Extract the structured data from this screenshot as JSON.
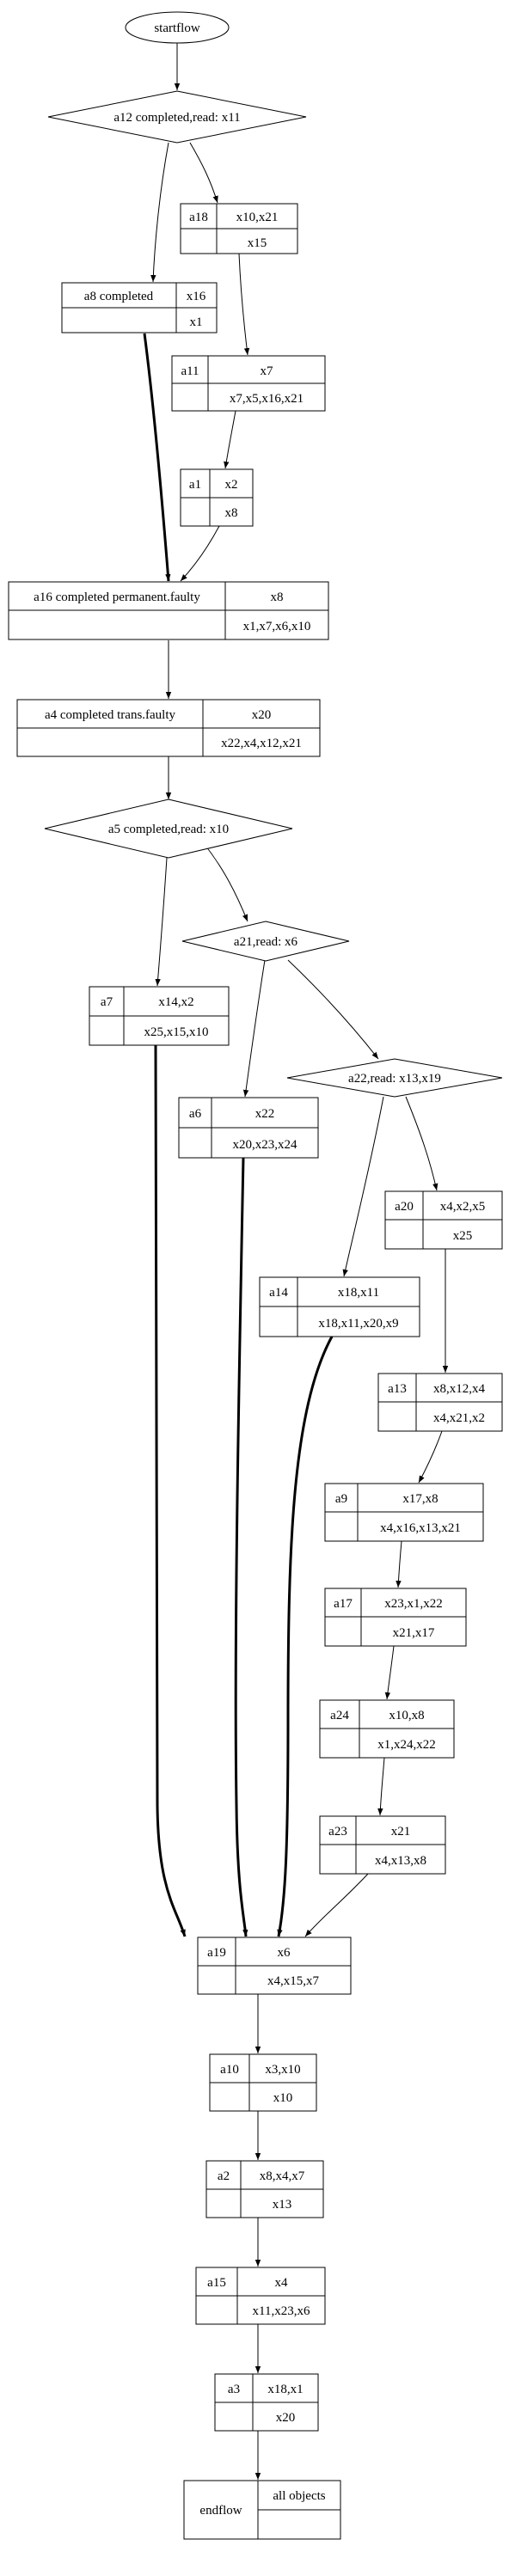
{
  "diagram": {
    "start": {
      "label": "startflow"
    },
    "end": {
      "label": "endflow",
      "value": "all objects"
    },
    "decisions": {
      "d12": "a12 completed,read: x11",
      "d5": "a5 completed,read: x10",
      "d21": "a21,read: x6",
      "d22": "a22,read: x13,x19"
    },
    "activities": {
      "a18": {
        "name": "a18",
        "top": "x10,x21",
        "bottom": "x15"
      },
      "a8": {
        "name": "a8 completed",
        "top": "x16",
        "bottom": "x1"
      },
      "a11": {
        "name": "a11",
        "top": "x7",
        "bottom": "x7,x5,x16,x21"
      },
      "a1": {
        "name": "a1",
        "top": "x2",
        "bottom": "x8"
      },
      "a16": {
        "name": "a16 completed permanent.faulty",
        "top": "x8",
        "bottom": "x1,x7,x6,x10"
      },
      "a4": {
        "name": "a4 completed trans.faulty",
        "top": "x20",
        "bottom": "x22,x4,x12,x21"
      },
      "a7": {
        "name": "a7",
        "top": "x14,x2",
        "bottom": "x25,x15,x10"
      },
      "a6": {
        "name": "a6",
        "top": "x22",
        "bottom": "x20,x23,x24"
      },
      "a20": {
        "name": "a20",
        "top": "x4,x2,x5",
        "bottom": "x25"
      },
      "a14": {
        "name": "a14",
        "top": "x18,x11",
        "bottom": "x18,x11,x20,x9"
      },
      "a13": {
        "name": "a13",
        "top": "x8,x12,x4",
        "bottom": "x4,x21,x2"
      },
      "a9": {
        "name": "a9",
        "top": "x17,x8",
        "bottom": "x4,x16,x13,x21"
      },
      "a17": {
        "name": "a17",
        "top": "x23,x1,x22",
        "bottom": "x21,x17"
      },
      "a24": {
        "name": "a24",
        "top": "x10,x8",
        "bottom": "x1,x24,x22"
      },
      "a23": {
        "name": "a23",
        "top": "x21",
        "bottom": "x4,x13,x8"
      },
      "a19": {
        "name": "a19",
        "top": "x6",
        "bottom": "x4,x15,x7"
      },
      "a10": {
        "name": "a10",
        "top": "x3,x10",
        "bottom": "x10"
      },
      "a2": {
        "name": "a2",
        "top": "x8,x4,x7",
        "bottom": "x13"
      },
      "a15": {
        "name": "a15",
        "top": "x4",
        "bottom": "x11,x23,x6"
      },
      "a3": {
        "name": "a3",
        "top": "x18,x1",
        "bottom": "x20"
      }
    }
  }
}
